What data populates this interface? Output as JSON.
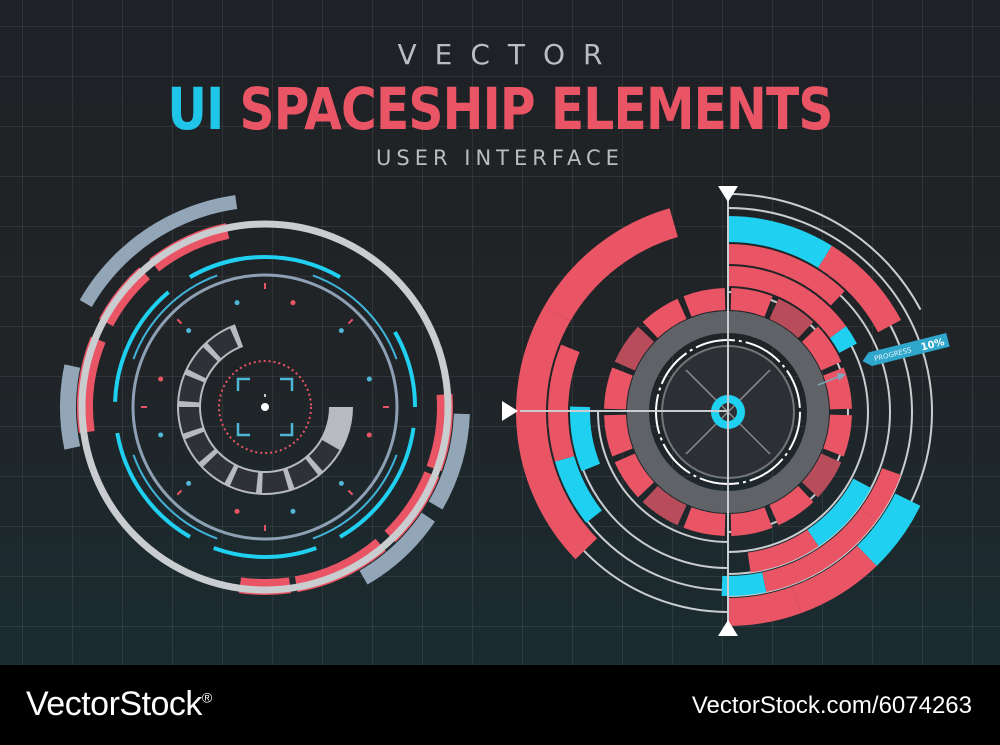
{
  "header": {
    "line1": "VECTOR",
    "line2_accent": "UI",
    "line2_main": "SPACESHIP ELEMENTS",
    "line3": "USER INTERFACE"
  },
  "right_widget": {
    "callout_label": "PROGRESS",
    "callout_value": "10%"
  },
  "footer": {
    "brand": "VectorStock",
    "brand_mark": "®",
    "image_id": "VectorStock.com/6074263"
  },
  "colors": {
    "cyan": "#1fd0f0",
    "red": "#ea5565",
    "grey": "#c9cdd0",
    "steel": "#93a6b8"
  }
}
